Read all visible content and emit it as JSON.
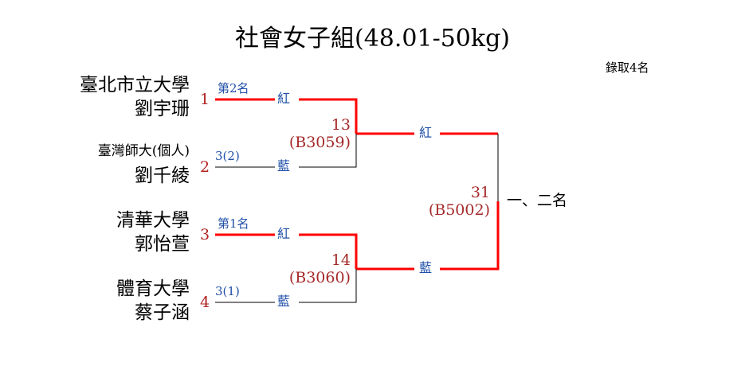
{
  "title": "社會女子組(48.01-50kg)",
  "quota": "錄取4名",
  "entries": [
    {
      "seed": "1",
      "team": "臺北市立大學",
      "athlete": "劉宇珊",
      "note": "第2名"
    },
    {
      "seed": "2",
      "team": "臺灣師大(個人)",
      "athlete": "劉千綾",
      "note": "3(2)"
    },
    {
      "seed": "3",
      "team": "清華大學",
      "athlete": "郭怡萱",
      "note": "第1名"
    },
    {
      "seed": "4",
      "team": "體育大學",
      "athlete": "蔡子涵",
      "note": "3(1)"
    }
  ],
  "matches": [
    {
      "number": "13",
      "code": "(B3059)",
      "red": "紅",
      "blue": "藍"
    },
    {
      "number": "14",
      "code": "(B3060)",
      "red": "紅",
      "blue": "藍"
    },
    {
      "number": "31",
      "code": "(B5002)",
      "red": "紅",
      "blue": "藍"
    }
  ],
  "final_label": "一、二名",
  "colors": {
    "winner_line": "#ff0000",
    "loser_line": "#000000",
    "seed": "#b22222",
    "note": "#1f4fa8"
  }
}
